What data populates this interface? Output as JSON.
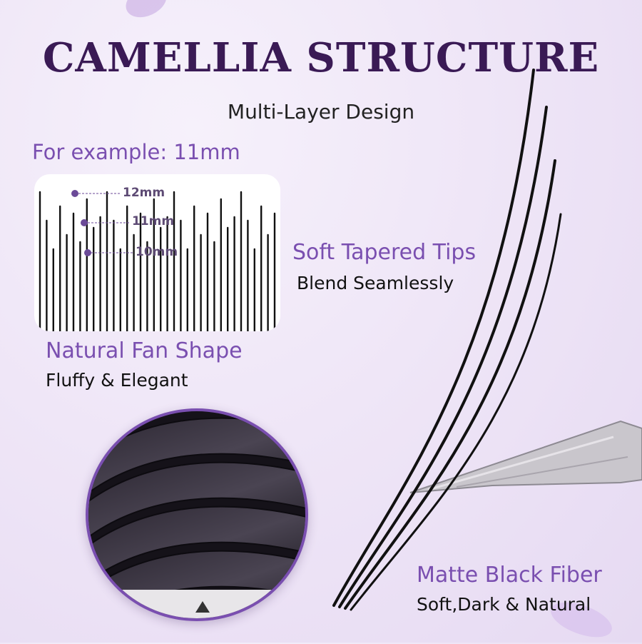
{
  "header": {
    "title": "CAMELLIA STRUCTURE",
    "subtitle": "Multi-Layer Design"
  },
  "example": {
    "label": "For example: 11mm",
    "lengths": [
      "12mm",
      "11mm",
      "10mm"
    ]
  },
  "features": {
    "fan": {
      "title": "Natural Fan Shape",
      "desc": "Fluffy & Elegant"
    },
    "tips": {
      "title": "Soft Tapered Tips",
      "desc": "Blend Seamlessly"
    },
    "fiber": {
      "title": "Matte Black Fiber",
      "desc": "Soft,Dark & Natural"
    }
  },
  "colors": {
    "accent": "#7a4fb0",
    "title": "#3a1a55",
    "text": "#111111"
  }
}
